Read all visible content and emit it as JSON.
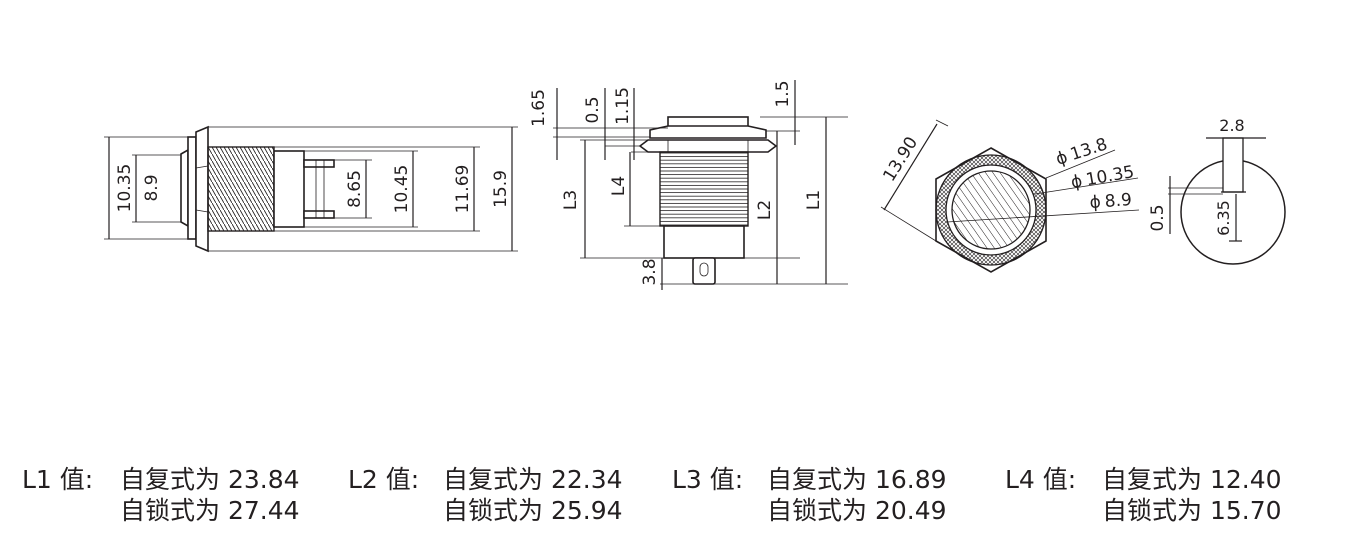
{
  "drawing": {
    "side_view": {
      "dims": [
        "10.35",
        "8.9",
        "8.65",
        "10.45",
        "11.69",
        "15.9"
      ]
    },
    "front_view": {
      "dims": {
        "d1": "1.65",
        "d2": "0.5",
        "d3": "1.15",
        "d4": "1.5",
        "l3": "L3",
        "l4": "L4",
        "l2": "L2",
        "l1": "L1",
        "pin": "3.8"
      }
    },
    "top_view": {
      "dims": {
        "hex": "13.90",
        "d1": "13.8",
        "d2": "10.35",
        "d3": "8.9",
        "phi": "ϕ"
      }
    },
    "panel_cut": {
      "dims": {
        "w": "2.8",
        "t": "0.5",
        "h": "6.35"
      }
    }
  },
  "values_table": [
    {
      "label": "L1 值:",
      "reset": "自复式为 23.84",
      "latch": "自锁式为 27.44"
    },
    {
      "label": "L2 值:",
      "reset": "自复式为 22.34",
      "latch": "自锁式为 25.94"
    },
    {
      "label": "L3 值:",
      "reset": "自复式为 16.89",
      "latch": "自锁式为 20.49"
    },
    {
      "label": "L4 值:",
      "reset": "自复式为 12.40",
      "latch": "自锁式为 15.70"
    }
  ]
}
